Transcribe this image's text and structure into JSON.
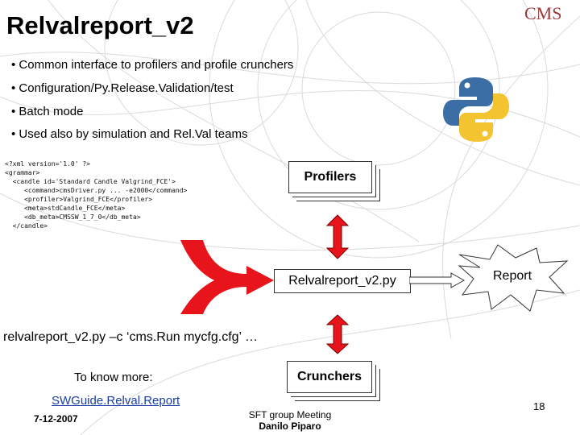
{
  "slide": {
    "title": "Relvalreport_v2",
    "logo_text": "CMS",
    "bullets": [
      "• Common interface to profilers and profile crunchers",
      "• Configuration/Py.Release.Validation/test",
      "• Batch mode",
      "• Used also by simulation and Rel.Val teams"
    ],
    "xml_lines": [
      "<?xml version='1.0' ?>",
      "",
      "<grammar>",
      "  <candle id='Standard Candle Valgrind_FCE'>",
      "     <command>cmsDriver.py ... -e2000</command>",
      "     <profiler>Valgrind_FCE</profiler>",
      "     <meta>stdCandle_FCE</meta>",
      "     <db_meta>CMSSW_1_7_0</db_meta>",
      "  </candle>"
    ],
    "profilers_label": "Profilers",
    "script_label": "Relvalreport_v2.py",
    "report_label": "Report",
    "crunchers_label": "Crunchers",
    "command_line": "relvalreport_v2.py –c ‘cms.Run mycfg.cfg’ …",
    "know_more": "To know more:",
    "link_text": "SWGuide.Relval.Report",
    "date": "7-12-2007",
    "meeting": "SFT group Meeting",
    "presenter": "Danilo Piparo",
    "page_number": "18",
    "colors": {
      "arrow_red": "#e8141b",
      "link_blue": "#1a3ea6",
      "python_blue": "#3a6ea5",
      "python_yellow": "#f4c430"
    },
    "icons": [
      "python-logo-icon",
      "double-arrow-icon",
      "merge-arrow-icon",
      "report-burst-icon"
    ]
  }
}
